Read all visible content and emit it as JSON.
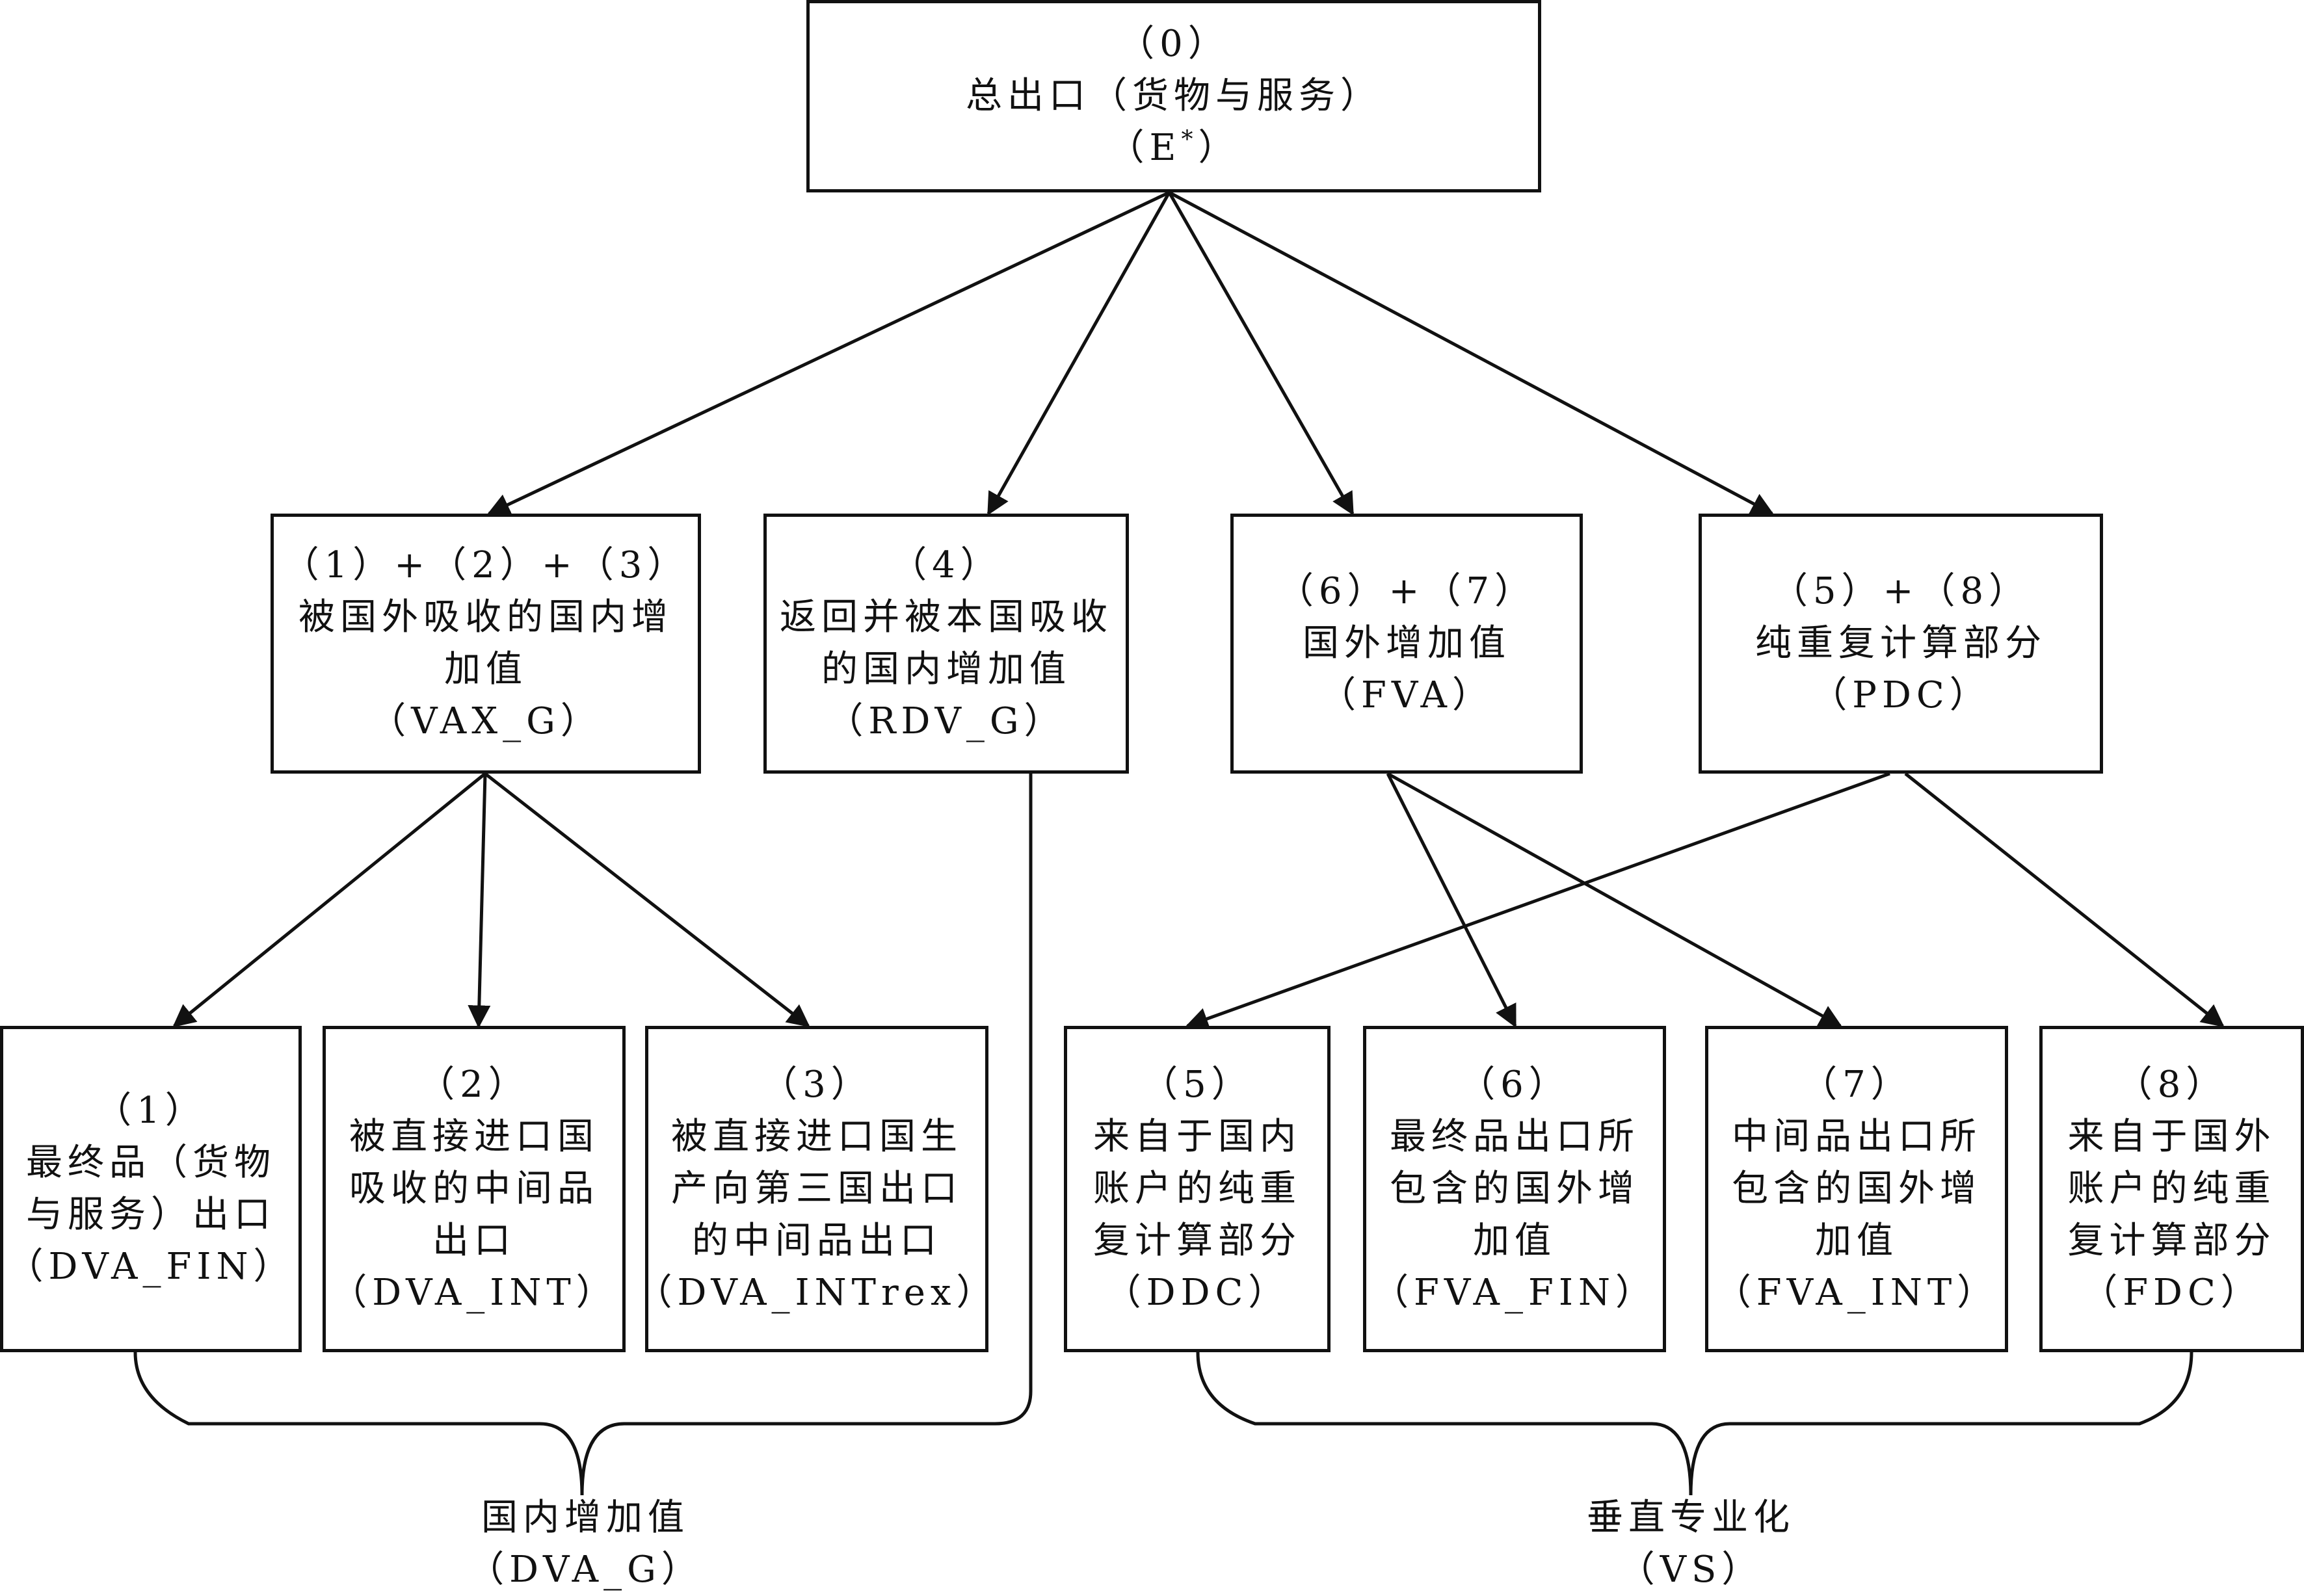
{
  "root": {
    "num": "（0）",
    "title": "总出口（货物与服务）",
    "code_prefix": "（E",
    "code_sup": "*",
    "code_suffix": "）"
  },
  "level1": [
    {
      "num": "（1）+（2）+（3）",
      "line1": "被国外吸收的国内增",
      "line2": "加值",
      "code": "（VAX_G）"
    },
    {
      "num": "（4）",
      "line1": "返回并被本国吸收",
      "line2": "的国内增加值",
      "code": "（RDV_G）"
    },
    {
      "num": "（6）+（7）",
      "line1": "国外增加值",
      "code": "（FVA）"
    },
    {
      "num": "（5）+（8）",
      "line1": "纯重复计算部分",
      "code": "（PDC）"
    }
  ],
  "level2": [
    {
      "num": "（1）",
      "line1": "最终品（货物",
      "line2": "与服务）出口",
      "code": "（DVA_FIN）"
    },
    {
      "num": "（2）",
      "line1": "被直接进口国",
      "line2": "吸收的中间品",
      "line3": "出口",
      "code": "（DVA_INT）"
    },
    {
      "num": "（3）",
      "line1": "被直接进口国生",
      "line2": "产向第三国出口",
      "line3": "的中间品出口",
      "code": "（DVA_INTrex）"
    },
    {
      "num": "（5）",
      "line1": "来自于国内",
      "line2": "账户的纯重",
      "line3": "复计算部分",
      "code": "（DDC）"
    },
    {
      "num": "（6）",
      "line1": "最终品出口所",
      "line2": "包含的国外增",
      "line3": "加值",
      "code": "（FVA_FIN）"
    },
    {
      "num": "（7）",
      "line1": "中间品出口所",
      "line2": "包含的国外增",
      "line3": "加值",
      "code": "（FVA_INT）"
    },
    {
      "num": "（8）",
      "line1": "来自于国外",
      "line2": "账户的纯重",
      "line3": "复计算部分",
      "code": "（FDC）"
    }
  ],
  "groups": [
    {
      "label": "国内增加值",
      "code": "（DVA_G）"
    },
    {
      "label": "垂直专业化",
      "code": "（VS）"
    }
  ]
}
